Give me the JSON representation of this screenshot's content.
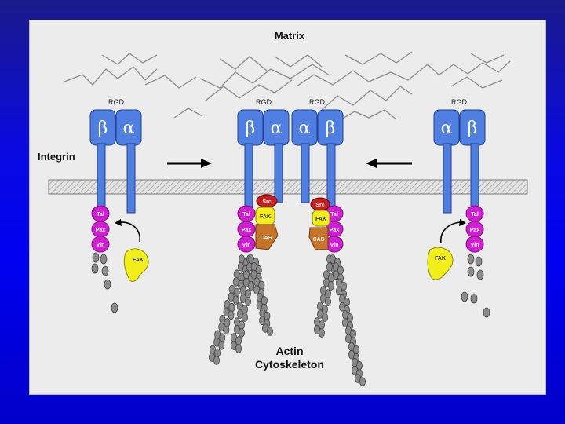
{
  "labels": {
    "matrix": "Matrix",
    "integrin": "Integrin",
    "actin_line1": "Actin",
    "actin_line2": "Cytoskeleton",
    "rgd": "RGD",
    "alpha": "α",
    "beta": "β"
  },
  "proteins": {
    "tal": "Tal",
    "pax": "Pax",
    "vin": "Vin",
    "fak": "FAK",
    "src": "Src",
    "cas": "CAS"
  },
  "colors": {
    "background": "#0000f0",
    "panel": "#ececec",
    "integrin": "#4f7fe0",
    "integrin_stroke": "#23408c",
    "talin_paxillin_vinculin": "#d21ed2",
    "fak": "#f2ee19",
    "src": "#c81e1e",
    "cas": "#c8752a",
    "actin": "#888888",
    "membrane": "#d0d0d0"
  },
  "icons": {
    "arrow_left_panel": "arrow-right-icon",
    "arrow_right_panel": "arrow-left-icon",
    "curved_arrow": "curved-arrow-icon"
  }
}
